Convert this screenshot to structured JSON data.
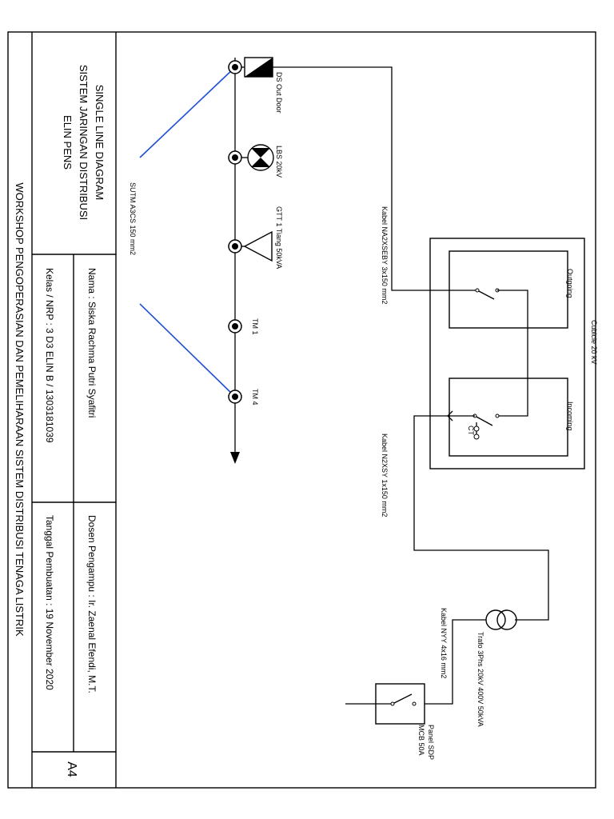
{
  "title_block": {
    "title_line1": "SINGLE LINE DIAGRAM",
    "title_line2": "SISTEM JARINGAN DISTRIBUSI",
    "title_line3": "ELIN PENS",
    "name": "Nama : Siska Rachma Putri Syafitri",
    "class_nrp": "Kelas / NRP : 3 D3 ELIN B / 1303181039",
    "lecturer": "Dosen Pengampu : Ir. Zaenal Efendi, M.T.",
    "date": "Tanggal Pembuatan : 19 November 2020",
    "paper_size": "A4",
    "workshop": "WORKSHOP PENGOPERASIAN DAN PEMELIHARAAN SISTEM DISTRIBUSI TENAGA LISTRIK"
  },
  "feeder": {
    "sutm_label": "SUTM A3CS 150 mm2",
    "ds_label": "DS Out Door",
    "lbs_label": "LBS 20kV",
    "gtt_label": "GTT 1 Tiang 50kVA",
    "tm1_label": "TM 1",
    "tm4_label": "TM 4"
  },
  "cubicle": {
    "title": "Cubicle 20 kV",
    "outgoing_label": "Outgoing",
    "incoming_label": "Incoming",
    "ct_label": "CT"
  },
  "cables": {
    "na2xseby": "Kabel NA2XSEBY 3x150 mm2",
    "n2xsy": "Kabel N2XSY 1x150 mm2",
    "nyy": "Kabel NYY 4x16 mm2"
  },
  "trafo_label": "Trafo 3Phs 20kV 400V 50kVA",
  "panel": {
    "line1": "Panel SDP",
    "line2": "MCB 50A"
  }
}
